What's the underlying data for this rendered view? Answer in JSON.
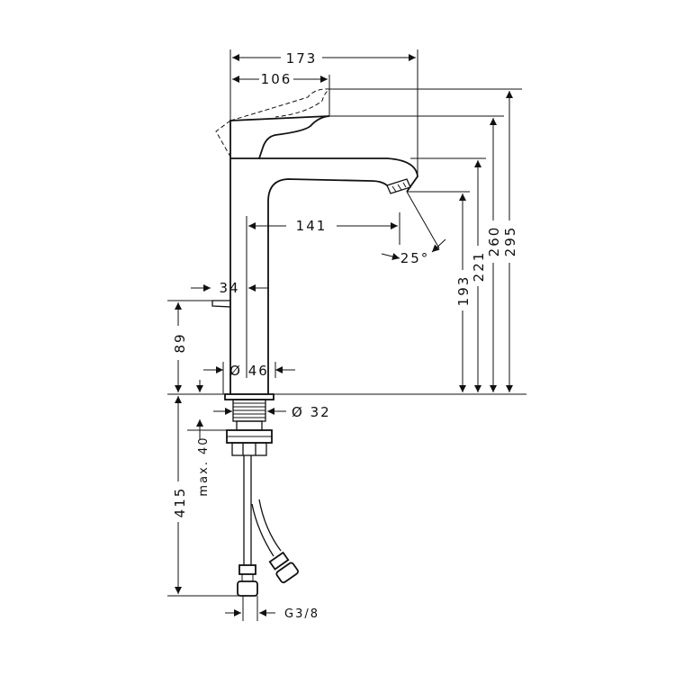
{
  "dimensions": {
    "total_width": "173",
    "lever_reach": "106",
    "spout_reach": "141",
    "spout_angle": "25°",
    "base_offset": "34",
    "body_diameter": "Ø 46",
    "tailpiece_diameter": "Ø 32",
    "lever_bottom_height": "89",
    "aerator_height": "193",
    "spout_height": "221",
    "lever_height": "260",
    "total_height": "295",
    "tailpiece_length": "415",
    "max_countertop": "max. 40",
    "connection_thread": "G3/8"
  }
}
